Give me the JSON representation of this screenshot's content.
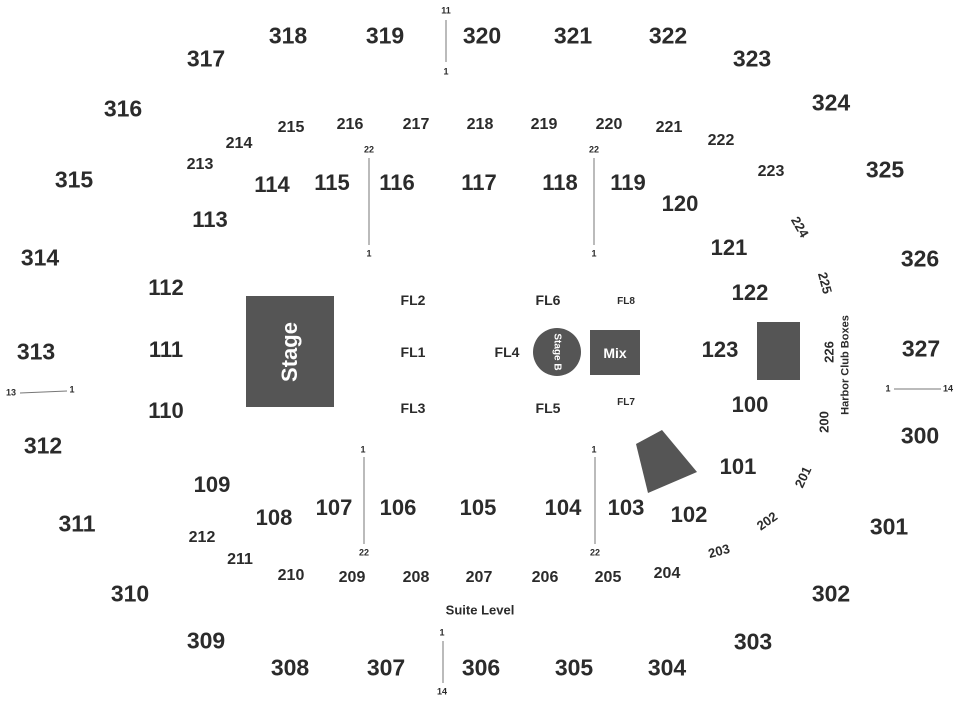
{
  "sections_300": {
    "s317": "317",
    "s318": "318",
    "s319": "319",
    "s320": "320",
    "s321": "321",
    "s322": "322",
    "s323": "323",
    "s324": "324",
    "s316": "316",
    "s315": "315",
    "s325": "325",
    "s314": "314",
    "s326": "326",
    "s313": "313",
    "s327": "327",
    "s312": "312",
    "s300": "300",
    "s311": "311",
    "s301": "301",
    "s310": "310",
    "s302": "302",
    "s309": "309",
    "s303": "303",
    "s308": "308",
    "s307": "307",
    "s306": "306",
    "s305": "305",
    "s304": "304"
  },
  "sections_200": {
    "s215": "215",
    "s216": "216",
    "s217": "217",
    "s218": "218",
    "s219": "219",
    "s220": "220",
    "s221": "221",
    "s214": "214",
    "s222": "222",
    "s213": "213",
    "s223": "223",
    "s224": "224",
    "s225": "225",
    "s226": "226",
    "s200": "200",
    "s201": "201",
    "s202": "202",
    "s203": "203",
    "s204": "204",
    "s205": "205",
    "s206": "206",
    "s207": "207",
    "s208": "208",
    "s209": "209",
    "s210": "210",
    "s211": "211",
    "s212": "212"
  },
  "sections_100": {
    "s114": "114",
    "s115": "115",
    "s116": "116",
    "s117": "117",
    "s118": "118",
    "s119": "119",
    "s113": "113",
    "s120": "120",
    "s121": "121",
    "s112": "112",
    "s122": "122",
    "s111": "111",
    "s123": "123",
    "s110": "110",
    "s100": "100",
    "s101": "101",
    "s109": "109",
    "s108": "108",
    "s107": "107",
    "s106": "106",
    "s105": "105",
    "s104": "104",
    "s103": "103",
    "s102": "102"
  },
  "floor": {
    "fl1": "FL1",
    "fl2": "FL2",
    "fl3": "FL3",
    "fl4": "FL4",
    "fl5": "FL5",
    "fl6": "FL6",
    "fl7": "FL7",
    "fl8": "FL8"
  },
  "features": {
    "stage": "Stage",
    "stage_b": "Stage B",
    "mix": "Mix",
    "suite_level": "Suite Level",
    "harbor_club_boxes": "Harbor Club Boxes"
  },
  "row_markers": {
    "top_11": "11",
    "top_1": "1",
    "left_22": "22",
    "left_1": "1",
    "right_22": "22",
    "right_1": "1",
    "west_13": "13",
    "west_1": "1",
    "east_1": "1",
    "east_14": "14",
    "bl_1": "1",
    "bl_22": "22",
    "br_1": "1",
    "br_22": "22",
    "bottom_1": "1",
    "bottom_14": "14"
  },
  "colors": {
    "feature_fill": "#555555",
    "label_text": "#2b2b2b",
    "divider_line": "#777777"
  }
}
